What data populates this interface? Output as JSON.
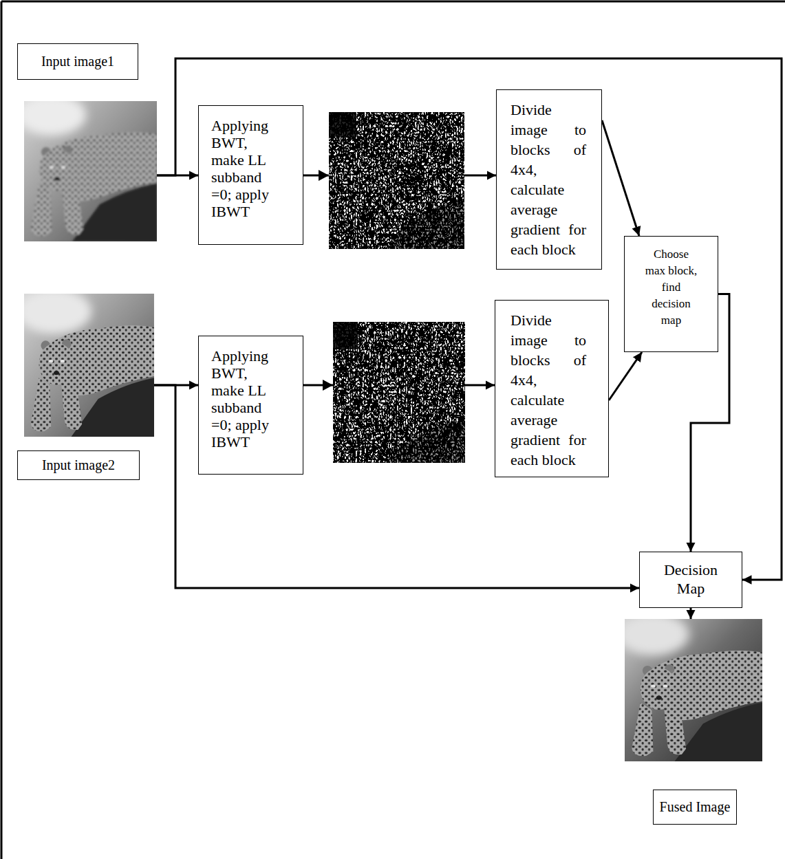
{
  "diagram": {
    "nodes": [
      {
        "text": [
          "Input image1"
        ]
      },
      {
        "text": [
          "Applying BWT, make LL subband =0; apply IBWT"
        ]
      },
      {
        "text": [
          "Divide image to blocks of 4x4, calculate average gradient for each block"
        ]
      },
      {
        "text": [
          "Choose max block, find decision map"
        ]
      },
      {
        "text": [
          "Input image2"
        ]
      },
      {
        "text": [
          "Applying BWT, make LL subband =0; apply IBWT"
        ]
      },
      {
        "text": [
          "Divide image to blocks of 4x4, calculate average gradient for each block"
        ]
      },
      {
        "text": [
          "Decision Map"
        ]
      },
      {
        "text": [
          "Fused Image"
        ]
      }
    ],
    "edges": [
      {
        "from": 0,
        "to": 1,
        "arrow": "to"
      },
      {
        "from": 1,
        "to": 2,
        "arrow": "to"
      },
      {
        "from": 2,
        "to": 3,
        "arrow": "to"
      },
      {
        "from": 4,
        "to": 5,
        "arrow": "to"
      },
      {
        "from": 5,
        "to": 6,
        "arrow": "to"
      },
      {
        "from": 6,
        "to": 3,
        "arrow": "to"
      },
      {
        "from": 3,
        "to": 7,
        "arrow": "to"
      },
      {
        "from": 0,
        "to": 7,
        "arrow": "to"
      },
      {
        "from": 4,
        "to": 7,
        "arrow": "to"
      },
      {
        "from": 7,
        "to": 8,
        "arrow": "to"
      }
    ]
  }
}
